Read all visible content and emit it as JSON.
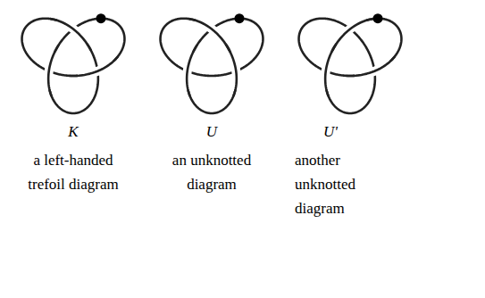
{
  "diagram": {
    "labels": [
      "K",
      "a left-handed trefoil diagram",
      "U",
      "an unknotted diagram",
      "U'",
      "another unknotted diagram"
    ]
  }
}
